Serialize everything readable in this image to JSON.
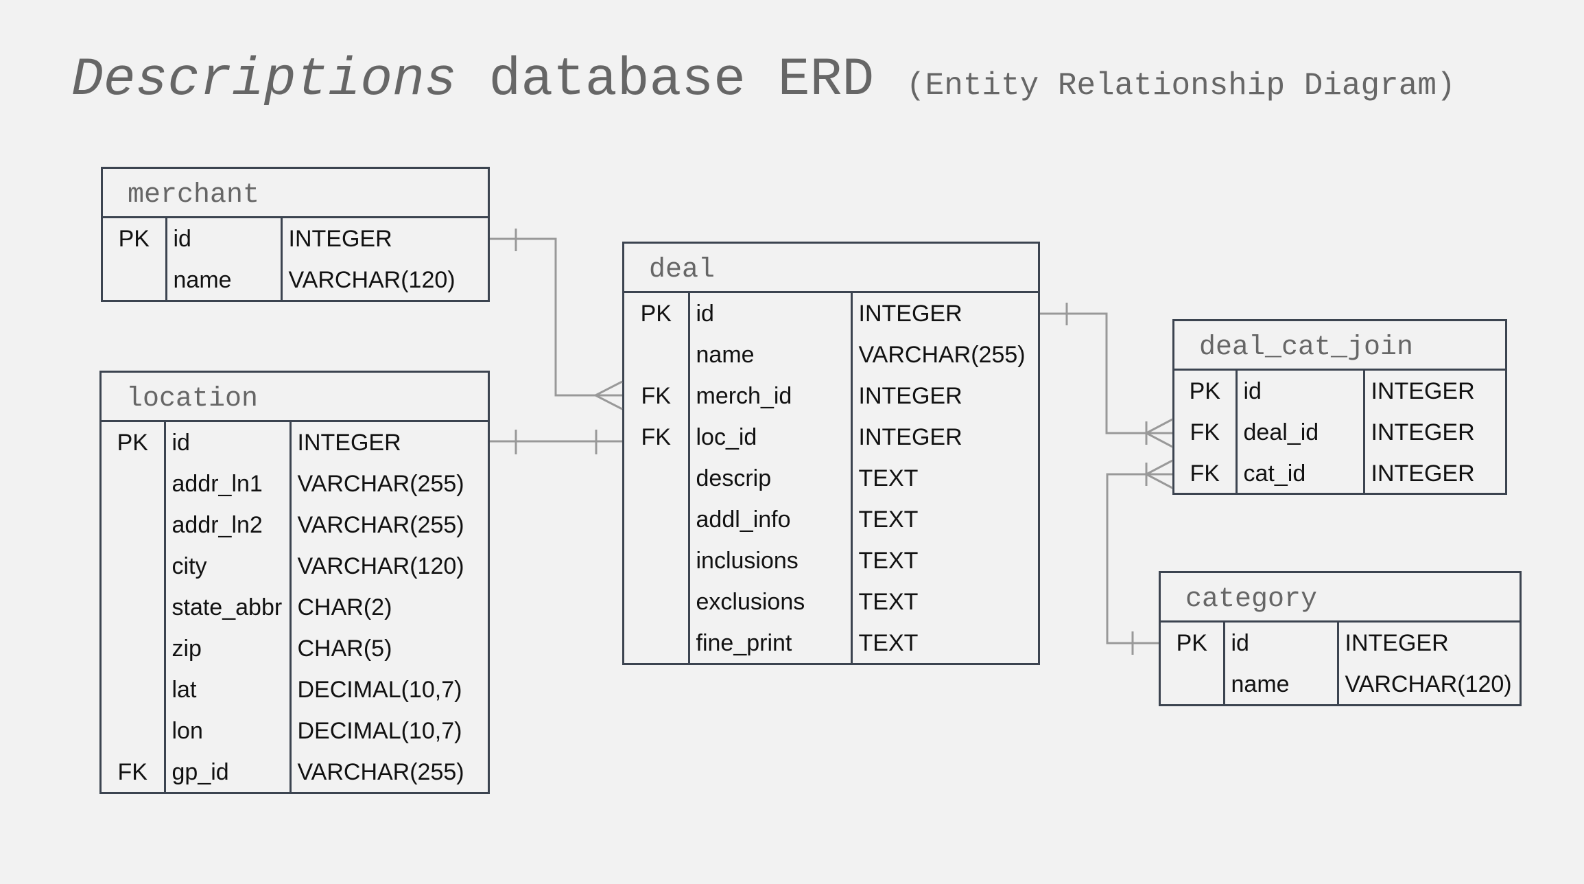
{
  "title": {
    "emphasis": "Descriptions",
    "main": " database ERD ",
    "subtitle": "(Entity Relationship Diagram)"
  },
  "entities": {
    "merchant": {
      "name": "merchant",
      "rows": [
        {
          "key": "PK",
          "field": "id",
          "type": "INTEGER"
        },
        {
          "key": "",
          "field": "name",
          "type": "VARCHAR(120)"
        }
      ]
    },
    "location": {
      "name": "location",
      "rows": [
        {
          "key": "PK",
          "field": "id",
          "type": "INTEGER"
        },
        {
          "key": "",
          "field": "addr_ln1",
          "type": "VARCHAR(255)"
        },
        {
          "key": "",
          "field": "addr_ln2",
          "type": "VARCHAR(255)"
        },
        {
          "key": "",
          "field": "city",
          "type": "VARCHAR(120)"
        },
        {
          "key": "",
          "field": "state_abbr",
          "type": "CHAR(2)"
        },
        {
          "key": "",
          "field": "zip",
          "type": "CHAR(5)"
        },
        {
          "key": "",
          "field": "lat",
          "type": "DECIMAL(10,7)"
        },
        {
          "key": "",
          "field": "lon",
          "type": "DECIMAL(10,7)"
        },
        {
          "key": "FK",
          "field": "gp_id",
          "type": "VARCHAR(255)"
        }
      ]
    },
    "deal": {
      "name": "deal",
      "rows": [
        {
          "key": "PK",
          "field": "id",
          "type": "INTEGER"
        },
        {
          "key": "",
          "field": "name",
          "type": "VARCHAR(255)"
        },
        {
          "key": "FK",
          "field": "merch_id",
          "type": "INTEGER"
        },
        {
          "key": "FK",
          "field": "loc_id",
          "type": "INTEGER"
        },
        {
          "key": "",
          "field": "descrip",
          "type": "TEXT"
        },
        {
          "key": "",
          "field": "addl_info",
          "type": "TEXT"
        },
        {
          "key": "",
          "field": "inclusions",
          "type": "TEXT"
        },
        {
          "key": "",
          "field": "exclusions",
          "type": "TEXT"
        },
        {
          "key": "",
          "field": "fine_print",
          "type": "TEXT"
        }
      ]
    },
    "deal_cat_join": {
      "name": "deal_cat_join",
      "rows": [
        {
          "key": "PK",
          "field": "id",
          "type": "INTEGER"
        },
        {
          "key": "FK",
          "field": "deal_id",
          "type": "INTEGER"
        },
        {
          "key": "FK",
          "field": "cat_id",
          "type": "INTEGER"
        }
      ]
    },
    "category": {
      "name": "category",
      "rows": [
        {
          "key": "PK",
          "field": "id",
          "type": "INTEGER"
        },
        {
          "key": "",
          "field": "name",
          "type": "VARCHAR(120)"
        }
      ]
    }
  },
  "relationships": [
    {
      "from": "merchant.id",
      "to": "deal.merch_id",
      "cardinality": "one-to-many"
    },
    {
      "from": "location.id",
      "to": "deal.loc_id",
      "cardinality": "one-to-one"
    },
    {
      "from": "deal.id",
      "to": "deal_cat_join.deal_id",
      "cardinality": "one-to-one-or-many"
    },
    {
      "from": "category.id",
      "to": "deal_cat_join.cat_id",
      "cardinality": "one-to-one-or-many"
    }
  ],
  "colors": {
    "background": "#f2f2f2",
    "entity_border": "#3c4450",
    "connector": "#999999",
    "title_text": "#666666"
  }
}
